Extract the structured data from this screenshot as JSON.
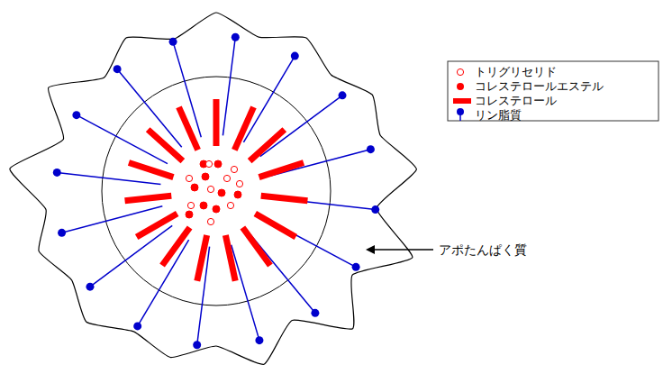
{
  "diagram": {
    "labels": [
      "アポたんぱく質"
    ],
    "legend": [
      {
        "text": "トリグリセリド"
      },
      {
        "text": "コレステロールエステル"
      },
      {
        "text": "コレステロール"
      },
      {
        "text": "リン脂質"
      }
    ]
  }
}
